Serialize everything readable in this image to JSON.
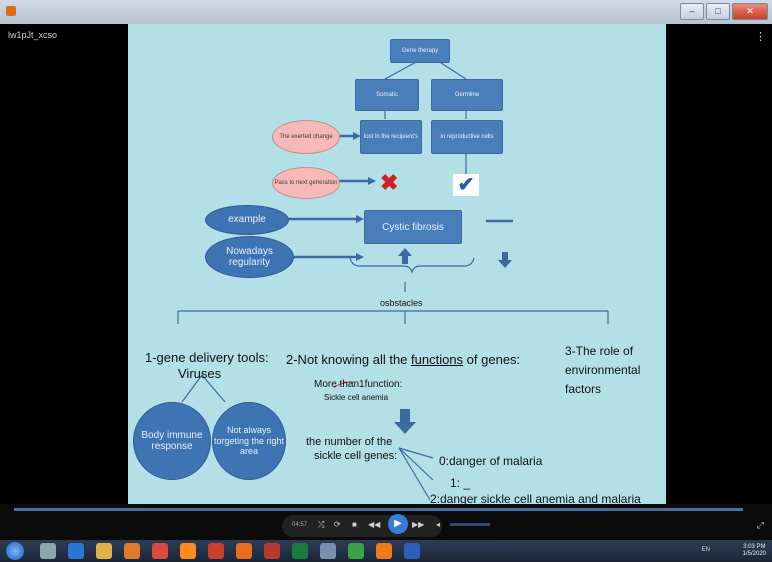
{
  "window": {
    "title": "",
    "minimize": "–",
    "maximize": "□",
    "close": "✕"
  },
  "video": {
    "filename": "lw1pJt_xcso",
    "menu": "⋮"
  },
  "slide": {
    "gene_therapy": "Gene therapy",
    "somatic": "Somatic",
    "germline": "Germline",
    "lost_in_recipient": "lost in the recipient's",
    "in_reproductive_cells": "in reproductive cells",
    "exerted_change": "The exerted change",
    "pass_to_next_generation": "Pass to next generation",
    "example": "example",
    "nowadays_regularity": "Nowadays regularity",
    "cystic_fibrosis": "Cystic fibrosis",
    "obstacles": "osbstacles",
    "obstacle1_title": "1-gene delivery tools:",
    "obstacle1_sub": "Viruses",
    "body_immune_response": "Body immune response",
    "not_always_targeting": "Not always torgeting the right area",
    "obstacle2_title_a": "2-Not knowing all the ",
    "obstacle2_title_b": "functions",
    "obstacle2_title_c": " of genes:",
    "more_than_function": "More than1function:",
    "sickle_cell_anemia": "Sickle cell anemia",
    "number_of_genes_1": "the number  of the",
    "number_of_genes_2": "sickle cell genes:",
    "danger_malaria": "0:danger of malaria",
    "one": "1: _",
    "danger_both": "2:danger sickle cell anemia and malaria",
    "obstacle3_a": "3-The role of",
    "obstacle3_b": "environmental",
    "obstacle3_c": "factors"
  },
  "controls": {
    "time": "04:57",
    "shuffle": "⤮",
    "repeat": "⟳",
    "stop": "■",
    "prev": "◀◀",
    "play": "▶",
    "next": "▶▶",
    "volume": "◂",
    "fullscreen": "⤢",
    "progress": 0.98
  },
  "taskbar": {
    "lang": "EN",
    "time": "3:03 PM",
    "date": "1/5/2020"
  },
  "colors": {
    "slide_bg": "#b3dfe6",
    "box": "#4a7ebb",
    "pill": "#f5b9b9",
    "cross": "#cc2222",
    "check": "#2a5da8"
  }
}
